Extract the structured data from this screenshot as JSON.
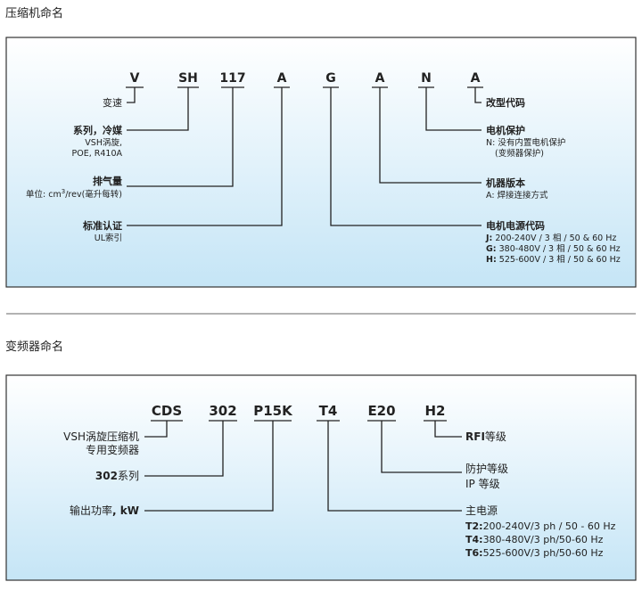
{
  "section1": {
    "title": "压缩机命名",
    "codes": [
      "V",
      "SH",
      "117",
      "A",
      "G",
      "A",
      "N",
      "A"
    ],
    "left": {
      "speed": "变速",
      "series_title": "系列，冷媒",
      "series_l1": "VSH涡旋,",
      "series_l2": "POE, R410A",
      "disp_title": "排气量",
      "disp_pre": "单位: cm",
      "disp_sup": "3",
      "disp_post": "/rev(毫升每转)",
      "approval_title": "标准认证",
      "approval_sub": "UL索引"
    },
    "right": {
      "mod": "改型代码",
      "motor_title": "电机保护",
      "motor_l1": "N: 没有内置电机保护",
      "motor_l2": "(变频器保护)",
      "ver_title": "机器版本",
      "ver_l1": "A: 焊接连接方式",
      "volt_title": "电机电源代码",
      "volt": [
        {
          "code": "J:",
          "text": " 200-240V / 3 相 / 50 & 60 Hz"
        },
        {
          "code": "G:",
          "text": " 380-480V / 3 相 / 50 & 60 Hz"
        },
        {
          "code": "H:",
          "text": " 525-600V / 3 相 / 50 & 60 Hz"
        }
      ]
    }
  },
  "section2": {
    "title": "变频器命名",
    "codes": [
      "CDS",
      "302",
      "P15K",
      "T4",
      "E20",
      "H2"
    ],
    "left": {
      "drive_l1": "VSH涡旋压缩机",
      "drive_l2": "专用变频器",
      "series_code": "302",
      "series_text": "系列",
      "power_pre": "输出功率",
      "power_post": ", kW"
    },
    "right": {
      "rfi_code": "RFI",
      "rfi_text": "等级",
      "ip_l1": "防护等级",
      "ip_l2": "IP 等级",
      "mains_title": "主电源",
      "mains": [
        {
          "code": "T2:",
          "text": "200-240V/3 ph / 50 - 60 Hz"
        },
        {
          "code": "T4:",
          "text": "380-480V/3 ph/50-60 Hz"
        },
        {
          "code": "T6:",
          "text": "525-600V/3 ph/50-60 Hz"
        }
      ]
    }
  },
  "colors": {
    "gradient_top": "#ffffff",
    "gradient_bottom": "#c5e5f6",
    "line": "#222222"
  }
}
